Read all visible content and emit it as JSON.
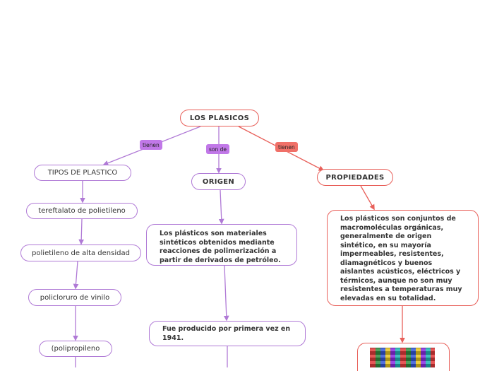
{
  "root": {
    "label": "LOS PLASICOS"
  },
  "edges": {
    "left": "tienen",
    "center": "son de",
    "right": "tienen"
  },
  "tipos": {
    "label": "TIPOS DE PLASTICO",
    "items": [
      "tereftalato de polietileno",
      "polietileno de alta densidad",
      "policloruro de vinilo",
      "(polipropileno"
    ]
  },
  "origen": {
    "label": "ORIGEN",
    "text1": "Los plásticos son materiales sintéticos obtenidos mediante reacciones de polimerización a partir de derivados de petróleo.",
    "text2": "Fue producido por primera vez en 1941."
  },
  "propiedades": {
    "label": "PROPIEDADES",
    "text": "Los plásticos son conjuntos de macromoléculas orgánicas, generalmente de origen sintético, en su mayoría impermeables, resistentes, diamagnéticos y buenos aislantes acústicos, eléctricos y térmicos, aunque no son muy resistentes a temperaturas muy elevadas en su totalidad."
  },
  "colors": {
    "purple": "#b07ad6",
    "red": "#e8605a",
    "badge_purple": "#c178e8",
    "badge_red": "#f07068"
  }
}
